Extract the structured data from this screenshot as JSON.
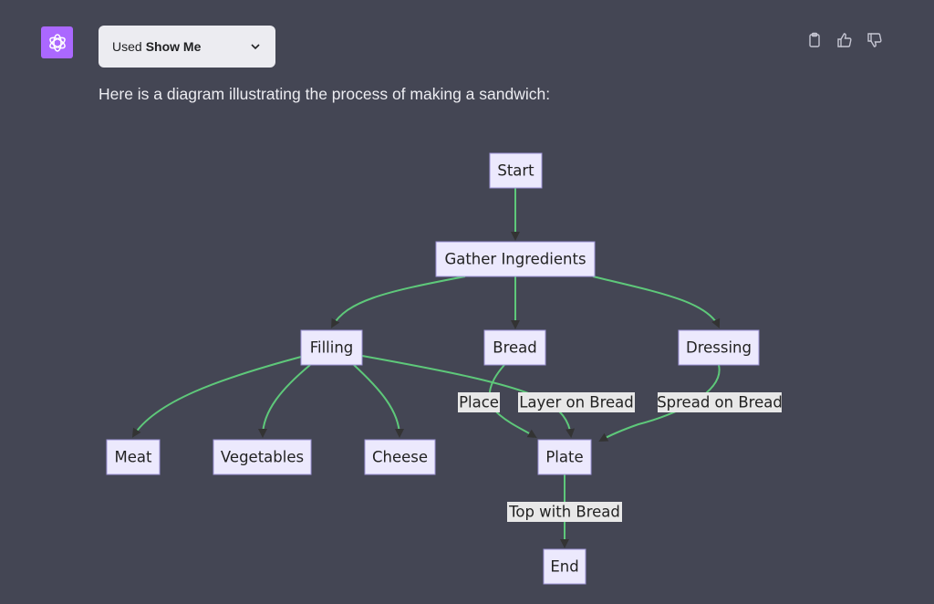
{
  "header": {
    "plugin_used_prefix": "Used",
    "plugin_name": "Show Me",
    "actions": [
      "clipboard-icon",
      "thumbs-up-icon",
      "thumbs-down-icon"
    ]
  },
  "message": {
    "text": "Here is a diagram illustrating the process of making a sandwich:"
  },
  "diagram": {
    "nodes": {
      "start": "Start",
      "gather": "Gather Ingredients",
      "filling": "Filling",
      "bread": "Bread",
      "dressing": "Dressing",
      "meat": "Meat",
      "vegetables": "Vegetables",
      "cheese": "Cheese",
      "plate": "Plate",
      "end": "End"
    },
    "edge_labels": {
      "place": "Place",
      "layer": "Layer on Bread",
      "spread": "Spread on Bread",
      "top": "Top with Bread"
    },
    "edges": [
      [
        "start",
        "gather"
      ],
      [
        "gather",
        "filling"
      ],
      [
        "gather",
        "bread"
      ],
      [
        "gather",
        "dressing"
      ],
      [
        "filling",
        "meat"
      ],
      [
        "filling",
        "vegetables"
      ],
      [
        "filling",
        "cheese"
      ],
      [
        "filling",
        "plate",
        "layer"
      ],
      [
        "bread",
        "plate",
        "place"
      ],
      [
        "dressing",
        "plate",
        "spread"
      ],
      [
        "plate",
        "end",
        "top"
      ]
    ]
  },
  "colors": {
    "background": "#444654",
    "avatar": "#ab68ff",
    "edge": "#5ec87a",
    "node_fill": "#ece9fd",
    "node_stroke": "#9d92d6"
  }
}
